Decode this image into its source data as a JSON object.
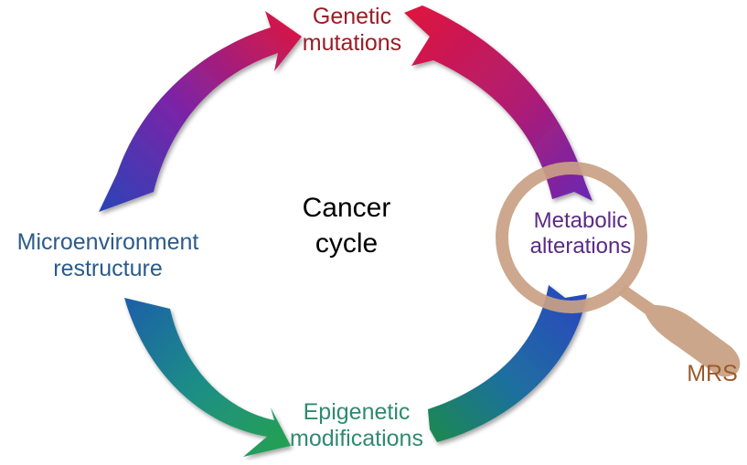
{
  "diagram": {
    "center": {
      "line1": "Cancer",
      "line2": "cycle",
      "color": "#000000"
    },
    "nodes": {
      "genetic": {
        "line1": "Genetic",
        "line2": "mutations",
        "color": "#9b1c24"
      },
      "metabolic": {
        "line1": "Metabolic",
        "line2": "alterations",
        "color": "#5b2a86"
      },
      "epigenetic": {
        "line1": "Epigenetic",
        "line2": "modifications",
        "color": "#2e8b6e"
      },
      "microenvironment": {
        "line1": "Microenvironment",
        "line2": "restructure",
        "color": "#2b5b8a"
      }
    },
    "tool": {
      "label": "MRS",
      "icon": "magnifying-glass-icon",
      "color": "#b8906f",
      "label_color": "#9a5a2c"
    },
    "arrow_colors": {
      "red": "#d7153f",
      "purple": "#6a27b5",
      "blue": "#2147b8",
      "teal": "#1f8e86",
      "green": "#1f8a4c"
    }
  }
}
